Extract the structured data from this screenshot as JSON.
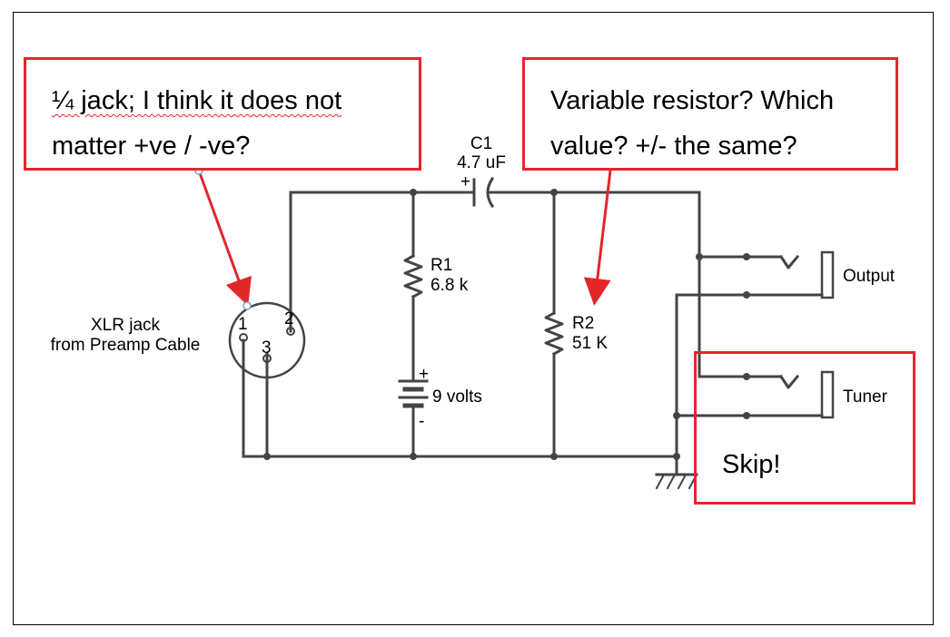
{
  "callouts": {
    "jack_note": {
      "line1": "¼ jack; I think it does not",
      "line2": "matter +ve / -ve?"
    },
    "resistor_note": {
      "line1": "Variable resistor? Which",
      "line2": "value? +/- the same?"
    },
    "skip_note": {
      "text": "Skip!"
    }
  },
  "circuit": {
    "xlr_label_1": "XLR jack",
    "xlr_label_2": "from Preamp Cable",
    "pin1": "1",
    "pin2": "2",
    "pin3": "3",
    "c1_name": "C1",
    "c1_value": "4.7 uF",
    "c1_plus": "+",
    "r1_name": "R1",
    "r1_value": "6.8 k",
    "r2_name": "R2",
    "r2_value": "51 K",
    "battery_plus": "+",
    "battery_value": "9 volts",
    "battery_minus": "-",
    "output_label": "Output",
    "tuner_label": "Tuner"
  },
  "colors": {
    "annotation_red": "#e3262b",
    "wire": "#444444"
  }
}
